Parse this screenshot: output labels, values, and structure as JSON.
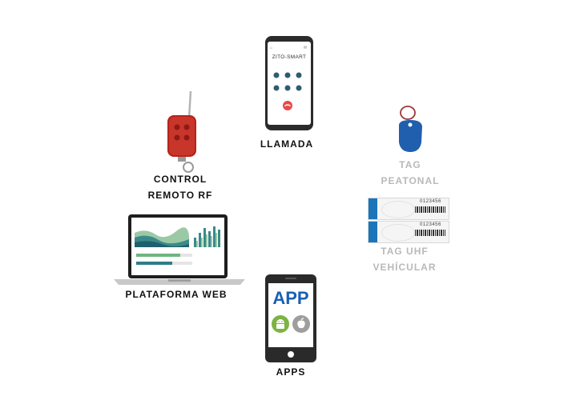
{
  "colors": {
    "dark_text": "#111111",
    "light_text": "#b9b9b9",
    "remote_red": "#c0281f",
    "tag_blue": "#1f5fae",
    "app_blue": "#1a5fb4",
    "android_green": "#7cb342",
    "apple_gray": "#9e9e9e",
    "call_red": "#e84a4a"
  },
  "labels": {
    "llamada": "LLAMADA",
    "control_line1": "CONTROL",
    "control_line2": "REMOTO RF",
    "tag_line1": "TAG",
    "tag_line2": "PEATONAL",
    "uhf_line1": "TAG UHF",
    "uhf_line2": "VEHÍCULAR",
    "web": "PLATAFORMA WEB",
    "apps": "APPS"
  },
  "phone_call": {
    "app_name": "ZITO-SMART"
  },
  "apps_phone": {
    "badge": "APP",
    "icons": [
      "android-icon",
      "apple-icon"
    ]
  },
  "uhf_tags": {
    "code": "0123456"
  },
  "icons": [
    "remote-control-icon",
    "key-fob-tag-icon",
    "uhf-tag-icon",
    "laptop-icon",
    "smartphone-icon"
  ]
}
